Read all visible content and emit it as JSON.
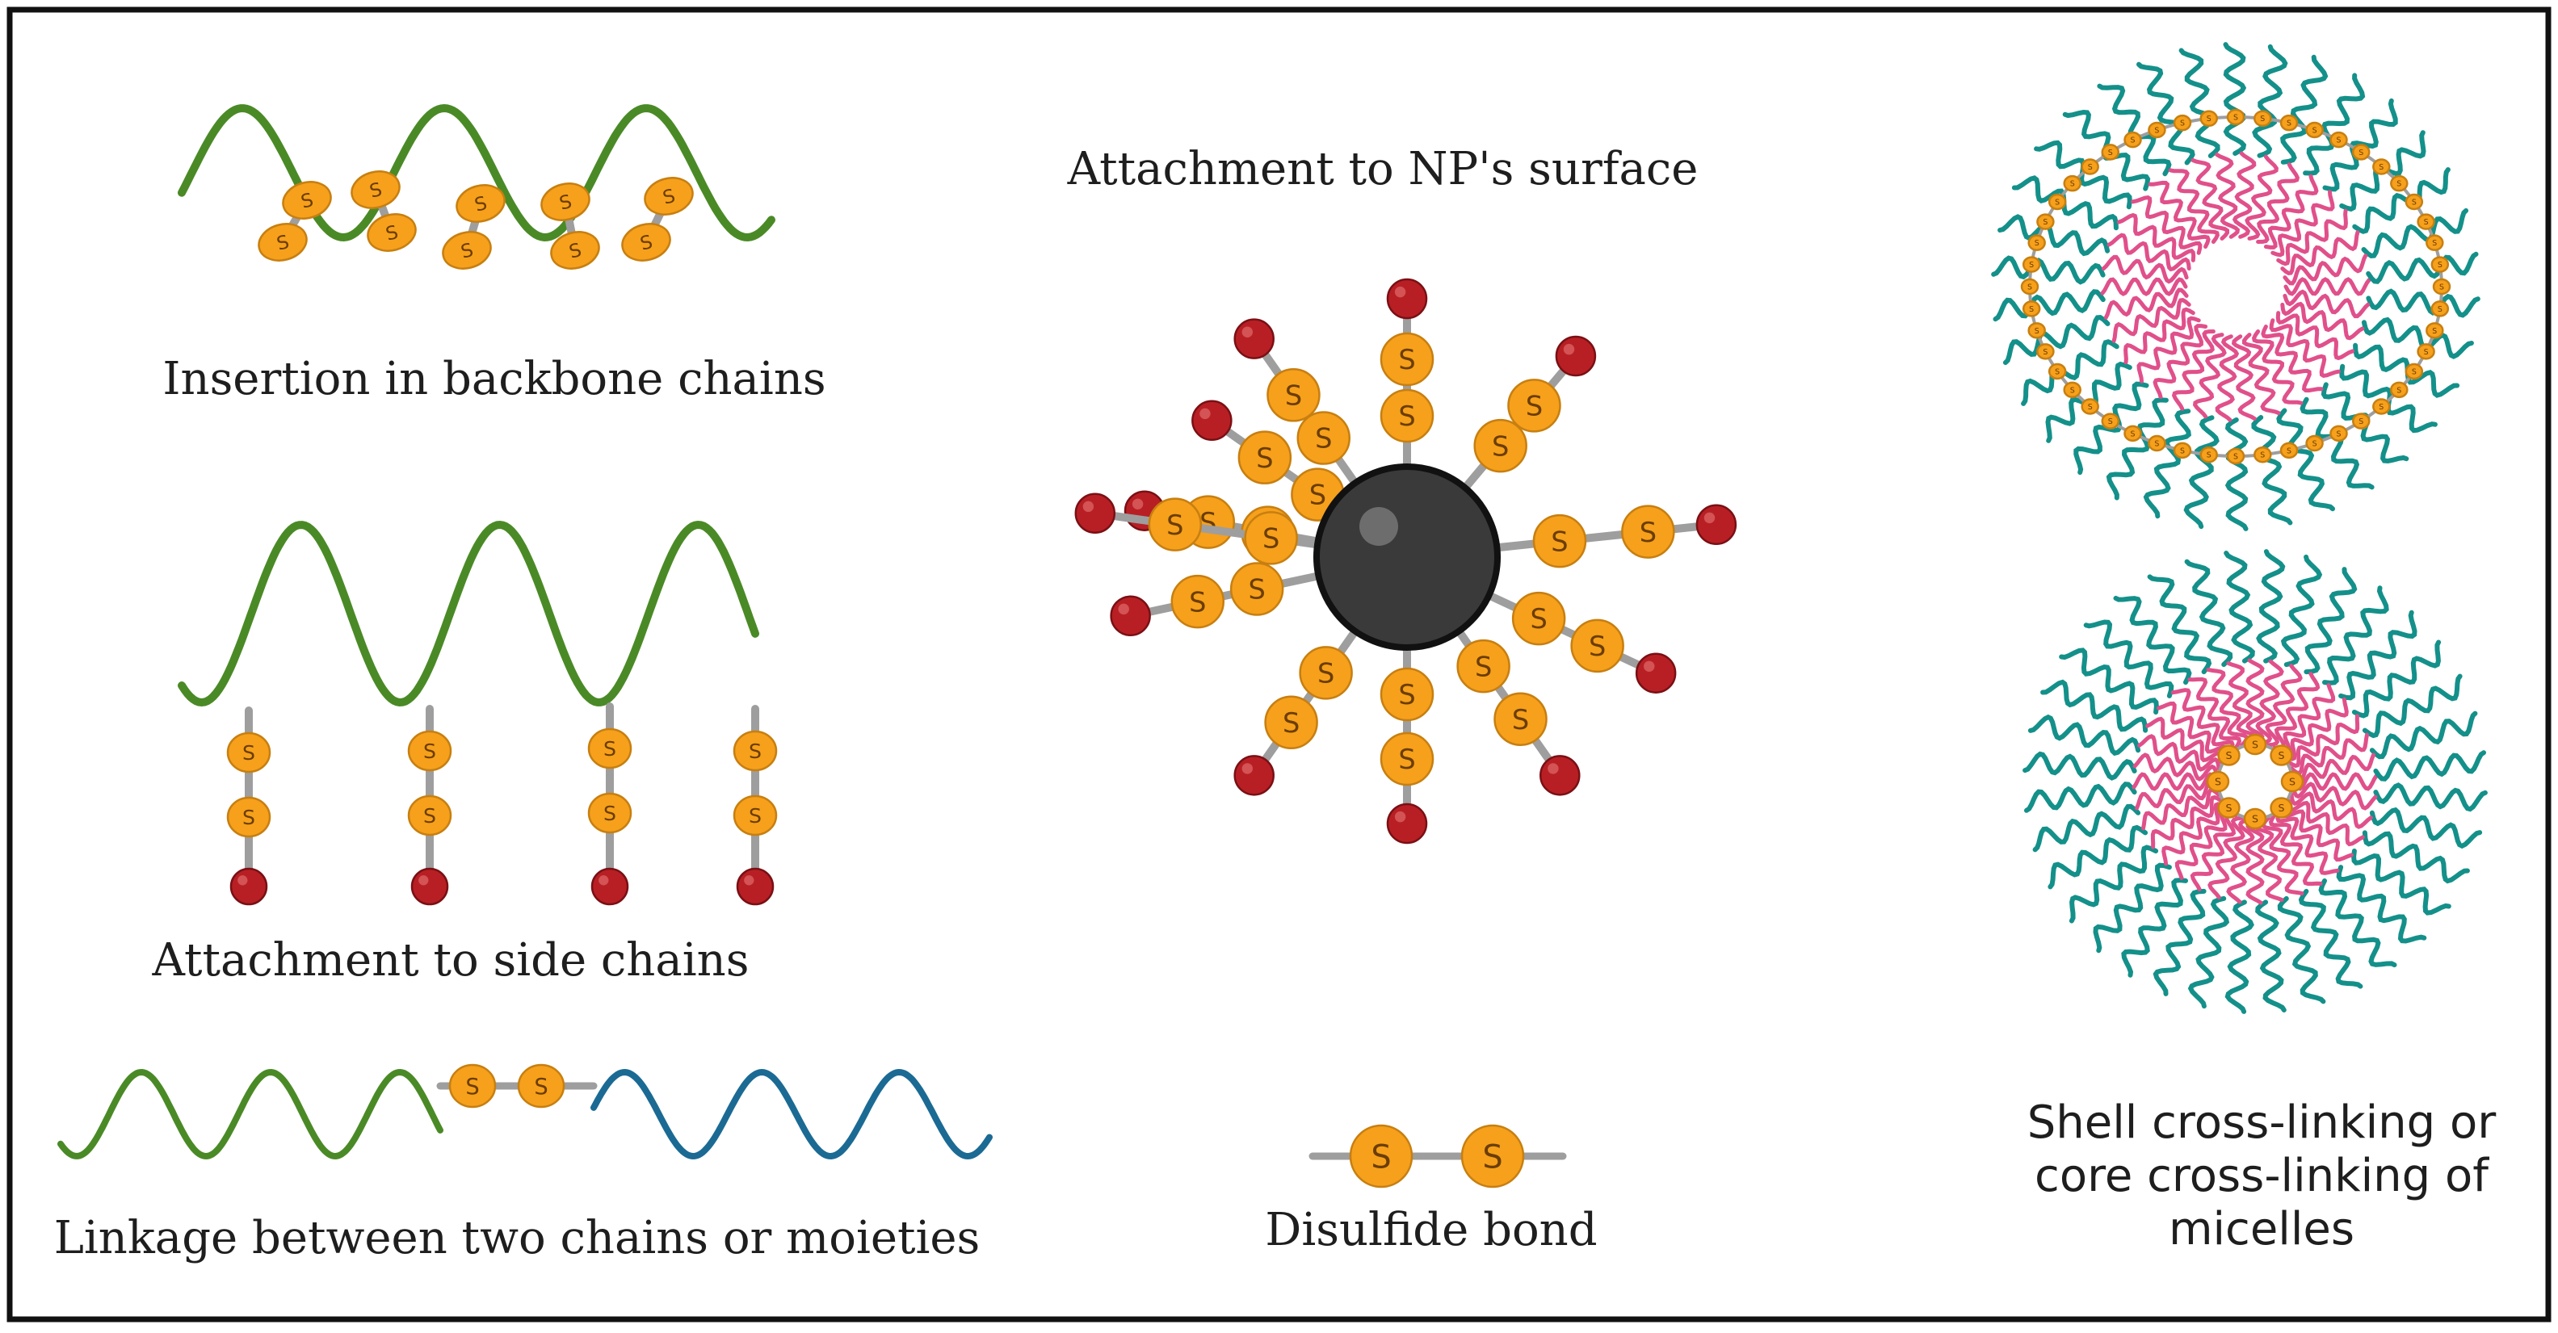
{
  "labels": {
    "backbone": "Insertion in backbone chains",
    "side_chains": "Attachment to side chains",
    "linkage": "Linkage between two chains or moieties",
    "np_surface": "Attachment to NP's  surface",
    "disulfide": "Disulfide bond",
    "micelles": "Shell cross-linking or core cross-linking of micelles"
  },
  "atom_symbol": "S",
  "colors": {
    "green_chain": "#4a8a26",
    "blue_chain": "#1b6a94",
    "sulfur": "#f6a01c",
    "sulfur_edge": "#c77f10",
    "end_group": "#b81f24",
    "bond": "#9e9e9e",
    "nanoparticle": "#3a3a3a",
    "micelle_shell": "#14908a",
    "micelle_core": "#e0508a",
    "frame": "#111111"
  }
}
